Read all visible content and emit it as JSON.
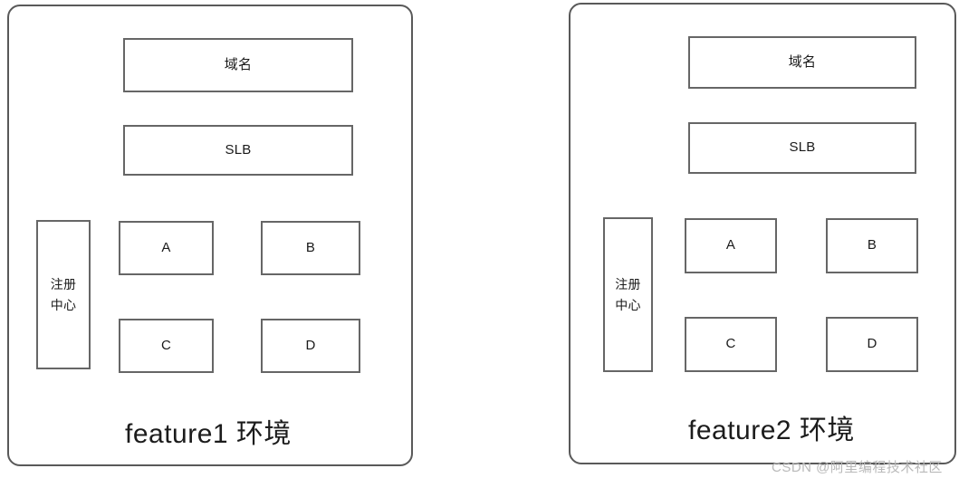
{
  "diagram": {
    "type": "architecture-comparison",
    "panels": [
      {
        "id": "feature1",
        "caption": "feature1 环境",
        "nodes": {
          "domain": "域名",
          "slb": "SLB",
          "registry": "注册\n中心",
          "services": [
            "A",
            "B",
            "C",
            "D"
          ]
        }
      },
      {
        "id": "feature2",
        "caption": "feature2 环境",
        "nodes": {
          "domain": "域名",
          "slb": "SLB",
          "registry": "注册\n中心",
          "services": [
            "A",
            "B",
            "C",
            "D"
          ]
        }
      }
    ]
  },
  "watermark": {
    "text": "CSDN @阿里编程技术社区"
  },
  "colors": {
    "page_background": "#ffffff",
    "panel_border": "#595959",
    "node_border": "#666666",
    "node_background": "#ffffff",
    "text": "#1a1a1a",
    "caption_text": "#1c1c1c",
    "watermark_text": "#b9b9b9"
  }
}
